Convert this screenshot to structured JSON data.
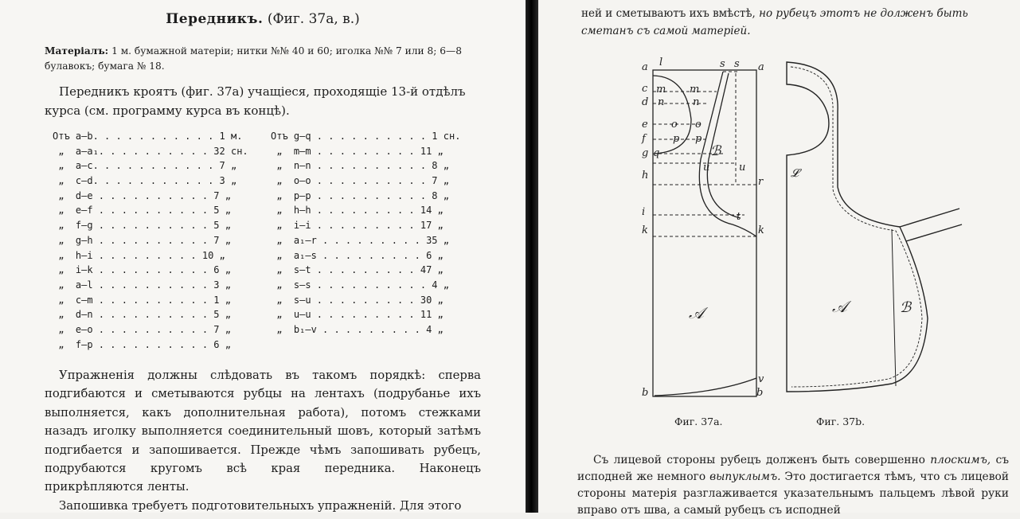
{
  "left": {
    "title_main": "Передникъ.",
    "title_rest": "(Фиг. 37а, в.)",
    "materials_label": "Матеріалъ:",
    "materials_text": "1 м. бумажной матеріи; нитки №№ 40 и 60; иголка №№ 7 или 8; 6—8 булавокъ; бумага № 18.",
    "intro": "Передникъ кроятъ (фиг. 37а) учащіеся, проходящіе 13-й отдѣлъ курса (см. программу курса въ концѣ).",
    "measurements_left": [
      "Отъ a—b. . . . . . . . . . . 1 м.",
      " „  a—a₁. . . . . . . . . . 32 сн.",
      " „  a—c. . . . . . . . . . . 7 „",
      " „  c—d. . . . . . . . . . . 3 „",
      " „  d—e . . . . . . . . . . 7 „",
      " „  e—f . . . . . . . . . . 5 „",
      " „  f—g . . . . . . . . . . 5 „",
      " „  g—h . . . . . . . . . . 7 „",
      " „  h—i . . . . . . . . . 10 „",
      " „  i—k . . . . . . . . . . 6 „",
      " „  a—l . . . . . . . . . . 3 „",
      " „  c—m . . . . . . . . . . 1 „",
      " „  d—n . . . . . . . . . . 5 „",
      " „  e—o . . . . . . . . . . 7 „",
      " „  f—p . . . . . . . . . . 6 „"
    ],
    "measurements_right": [
      "Отъ g—q . . . . . . . . . . 1 сн.",
      " „  m—m . . . . . . . . . 11 „",
      " „  n—n . . . . . . . . . . 8 „",
      " „  o—o . . . . . . . . . . 7 „",
      " „  p—p . . . . . . . . . . 8 „",
      " „  h—h . . . . . . . . . 14 „",
      " „  i—i . . . . . . . . . 17 „",
      " „  a₁—r . . . . . . . . . 35 „",
      " „  a₁—s . . . . . . . . . 6 „",
      " „  s—t . . . . . . . . . 47 „",
      " „  s—s . . . . . . . . . . 4 „",
      " „  s—u . . . . . . . . . 30 „",
      " „  u—u . . . . . . . . . 11 „",
      " „  b₁—v . . . . . . . . . 4 „"
    ],
    "exercise_p1": "Упражненія должны слѣдовать въ такомъ порядкѣ: сперва подгибаются и сметываются рубцы на лентахъ (подрубанье ихъ выполняется, какъ дополнительная работа), потомъ стежками назадъ иголку выполняется соединительный шовъ, который затѣмъ подгибается и запошивается. Прежде чѣмъ запошивать рубецъ, подрубаются кругомъ всѣ края передника. Наконецъ прикрѣпляются ленты.",
    "exercise_p2": "Запошивка требуетъ подготовительныхъ упражненій. Для этого"
  },
  "right": {
    "cont_plain": "ней и сметываютъ ихъ вмѣстѣ,",
    "cont_italic": "но рубецъ этотъ не долженъ быть сметанъ съ самой матеріей.",
    "figure_a_caption": "Фиг. 37а.",
    "figure_b_caption": "Фиг. 37b.",
    "fig_a_labels": [
      "a",
      "l",
      "s",
      "s",
      "a",
      "c",
      "m",
      "d",
      "n",
      "e",
      "o",
      "f",
      "p",
      "g",
      "q",
      "h",
      "i",
      "k",
      "k",
      "u",
      "u",
      "r",
      "t",
      "b",
      "b",
      "v",
      "B",
      "A"
    ],
    "fig_b_labels": [
      "L",
      "A",
      "B"
    ],
    "bottom_p1_a": "Съ лицевой стороны рубецъ долженъ быть совершенно",
    "bottom_p1_i1": "плоскимъ,",
    "bottom_p1_b": "съ исподней же немного",
    "bottom_p1_i2": "выпуклымъ.",
    "bottom_p1_c": "Это достигается тѣмъ, что съ лицевой стороны матерія разглаживается указательнымъ пальцемъ лѣвой руки вправо отъ шва, а самый рубецъ съ исподней"
  }
}
